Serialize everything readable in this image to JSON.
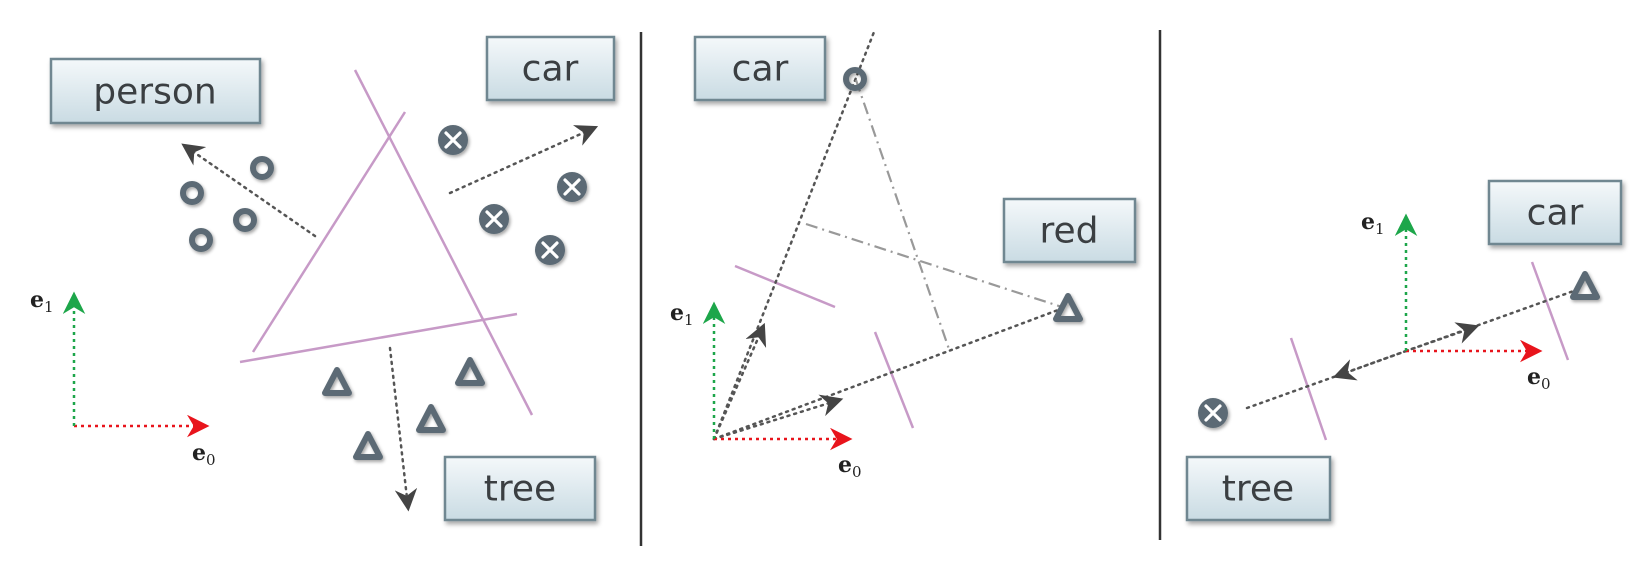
{
  "panels": [
    {
      "labels": {
        "person": "person",
        "car": "car",
        "tree": "tree"
      },
      "axes": {
        "e0": "e",
        "e0_sub": "0",
        "e1": "e",
        "e1_sub": "1"
      }
    },
    {
      "labels": {
        "car": "car",
        "red": "red"
      },
      "axes": {
        "e0": "e",
        "e0_sub": "0",
        "e1": "e",
        "e1_sub": "1"
      }
    },
    {
      "labels": {
        "car": "car",
        "tree": "tree"
      },
      "axes": {
        "e0": "e",
        "e0_sub": "0",
        "e1": "e",
        "e1_sub": "1"
      }
    }
  ],
  "markers": {
    "circle": "circle-marker",
    "cross": "cross-marker",
    "triangle": "triangle-marker"
  },
  "colors": {
    "axis_e0": "#e8141c",
    "axis_e1": "#1da64a",
    "hyperplane": "#c79ac7",
    "marker": "#5b6b75",
    "label_border": "#6f8791"
  }
}
